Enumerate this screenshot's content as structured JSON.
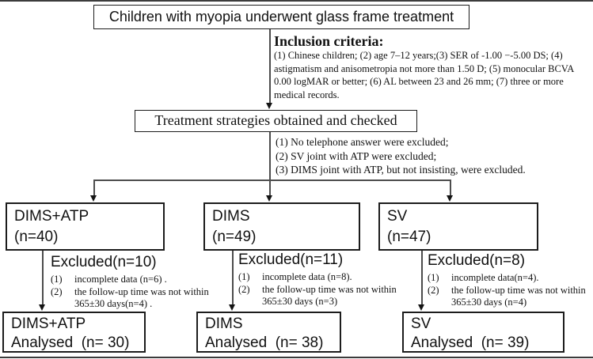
{
  "title_box": {
    "label": "Children with myopia underwent glass frame treatment"
  },
  "inclusion": {
    "heading": "Inclusion criteria:",
    "lines": [
      "(1) Chinese children; (2) age 7–12 years;(3) SER of -1.00 −-5.00 DS; (4)",
      "astigmatism and anisometropia not more than 1.50 D; (5) monocular BCVA",
      "0.00 logMAR or better; (6) AL between 23 and 26 mm; (7) three or more",
      "medical records."
    ]
  },
  "treatment_box": {
    "label": "Treatment strategies obtained and checked"
  },
  "exclusion_notes": {
    "lines": [
      "(1) No telephone answer were excluded;",
      "(2) SV joint with ATP were excluded;",
      "(3) DIMS joint with ATP, but not insisting, were excluded."
    ]
  },
  "groups": [
    {
      "name": "DIMS+ATP",
      "count": "(n=40)",
      "excluded": {
        "heading": "Excluded(n=10)",
        "items": [
          {
            "num": "(1)",
            "lines": [
              "incomplete data (n=6) ."
            ]
          },
          {
            "num": "(2)",
            "lines": [
              "the follow-up time was not within",
              "365±30 days(n=4) ."
            ]
          }
        ]
      },
      "analysed": {
        "name": "DIMS+ATP",
        "result": "Analysed  (n= 30)"
      }
    },
    {
      "name": "DIMS",
      "count": "(n=49)",
      "excluded": {
        "heading": "Excluded(n=11)",
        "items": [
          {
            "num": "(1)",
            "lines": [
              "incomplete data (n=8)."
            ]
          },
          {
            "num": "(2)",
            "lines": [
              "the follow-up time was  not within",
              "365±30 days (n=3)"
            ]
          }
        ]
      },
      "analysed": {
        "name": "DIMS",
        "result": "Analysed  (n= 38)"
      }
    },
    {
      "name": "SV",
      "count": "(n=47)",
      "excluded": {
        "heading": "Excluded(n=8)",
        "items": [
          {
            "num": "(1)",
            "lines": [
              "incomplete data(n=4)."
            ]
          },
          {
            "num": "(2)",
            "lines": [
              "the follow-up time was  not within",
              "365±30 days (n=4)"
            ]
          }
        ]
      },
      "analysed": {
        "name": "SV",
        "result": "Analysed  (n= 39)"
      }
    }
  ],
  "colors": {
    "line": "#4d4d4d",
    "border": "#1c1c1c",
    "text": "#111111",
    "background": "#ffffff"
  }
}
